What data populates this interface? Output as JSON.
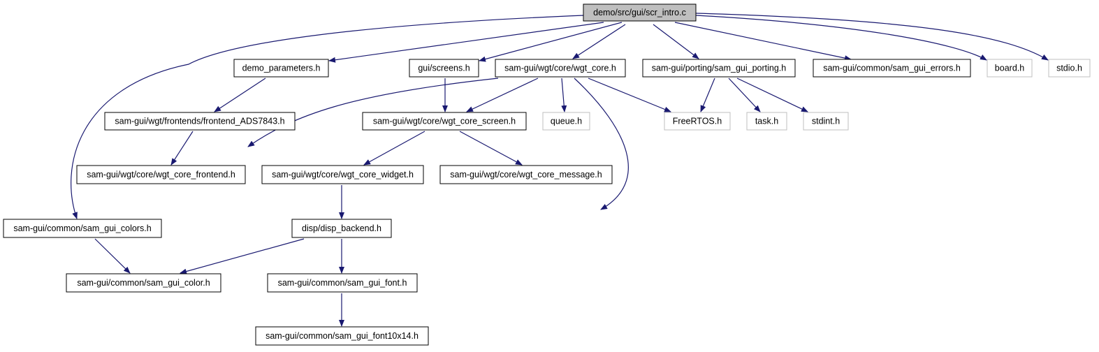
{
  "graph": {
    "nodes": [
      {
        "id": "scr_intro",
        "label": "demo/src/gui/scr_intro.c",
        "kind": "root"
      },
      {
        "id": "demo_parameters",
        "label": "demo_parameters.h",
        "kind": "documented"
      },
      {
        "id": "screens",
        "label": "gui/screens.h",
        "kind": "documented"
      },
      {
        "id": "wgt_core",
        "label": "sam-gui/wgt/core/wgt_core.h",
        "kind": "documented"
      },
      {
        "id": "sam_gui_porting",
        "label": "sam-gui/porting/sam_gui_porting.h",
        "kind": "documented"
      },
      {
        "id": "sam_gui_errors",
        "label": "sam-gui/common/sam_gui_errors.h",
        "kind": "documented"
      },
      {
        "id": "board",
        "label": "board.h",
        "kind": "external"
      },
      {
        "id": "stdio",
        "label": "stdio.h",
        "kind": "external"
      },
      {
        "id": "frontend_ads7843",
        "label": "sam-gui/wgt/frontends/frontend_ADS7843.h",
        "kind": "documented"
      },
      {
        "id": "wgt_core_screen",
        "label": "sam-gui/wgt/core/wgt_core_screen.h",
        "kind": "documented"
      },
      {
        "id": "queue",
        "label": "queue.h",
        "kind": "external"
      },
      {
        "id": "freertos",
        "label": "FreeRTOS.h",
        "kind": "external"
      },
      {
        "id": "task",
        "label": "task.h",
        "kind": "external"
      },
      {
        "id": "stdint",
        "label": "stdint.h",
        "kind": "external"
      },
      {
        "id": "wgt_core_frontend",
        "label": "sam-gui/wgt/core/wgt_core_frontend.h",
        "kind": "documented"
      },
      {
        "id": "wgt_core_widget",
        "label": "sam-gui/wgt/core/wgt_core_widget.h",
        "kind": "documented"
      },
      {
        "id": "wgt_core_message",
        "label": "sam-gui/wgt/core/wgt_core_message.h",
        "kind": "documented"
      },
      {
        "id": "sam_gui_colors",
        "label": "sam-gui/common/sam_gui_colors.h",
        "kind": "documented"
      },
      {
        "id": "disp_backend",
        "label": "disp/disp_backend.h",
        "kind": "documented"
      },
      {
        "id": "sam_gui_color",
        "label": "sam-gui/common/sam_gui_color.h",
        "kind": "documented"
      },
      {
        "id": "sam_gui_font",
        "label": "sam-gui/common/sam_gui_font.h",
        "kind": "documented"
      },
      {
        "id": "sam_gui_font10x14",
        "label": "sam-gui/common/sam_gui_font10x14.h",
        "kind": "documented"
      }
    ],
    "edges": [
      {
        "from": "scr_intro",
        "to": "demo_parameters"
      },
      {
        "from": "scr_intro",
        "to": "screens"
      },
      {
        "from": "scr_intro",
        "to": "wgt_core"
      },
      {
        "from": "scr_intro",
        "to": "sam_gui_porting"
      },
      {
        "from": "scr_intro",
        "to": "sam_gui_errors"
      },
      {
        "from": "scr_intro",
        "to": "board"
      },
      {
        "from": "scr_intro",
        "to": "stdio"
      },
      {
        "from": "scr_intro",
        "to": "sam_gui_colors"
      },
      {
        "from": "demo_parameters",
        "to": "frontend_ads7843"
      },
      {
        "from": "frontend_ads7843",
        "to": "wgt_core_frontend"
      },
      {
        "from": "screens",
        "to": "wgt_core_screen"
      },
      {
        "from": "wgt_core",
        "to": "wgt_core_screen"
      },
      {
        "from": "wgt_core",
        "to": "queue"
      },
      {
        "from": "wgt_core",
        "to": "freertos"
      },
      {
        "from": "wgt_core",
        "to": "wgt_core_frontend"
      },
      {
        "from": "wgt_core",
        "to": "disp_backend"
      },
      {
        "from": "sam_gui_porting",
        "to": "freertos"
      },
      {
        "from": "sam_gui_porting",
        "to": "task"
      },
      {
        "from": "sam_gui_porting",
        "to": "stdint"
      },
      {
        "from": "wgt_core_screen",
        "to": "wgt_core_widget"
      },
      {
        "from": "wgt_core_screen",
        "to": "wgt_core_message"
      },
      {
        "from": "wgt_core_widget",
        "to": "disp_backend"
      },
      {
        "from": "sam_gui_colors",
        "to": "sam_gui_color"
      },
      {
        "from": "disp_backend",
        "to": "sam_gui_color"
      },
      {
        "from": "disp_backend",
        "to": "sam_gui_font"
      },
      {
        "from": "sam_gui_font",
        "to": "sam_gui_font10x14"
      }
    ]
  },
  "colors": {
    "edge": "#191970",
    "root_fill": "#bfbfbf",
    "node_fill": "#ffffff",
    "node_border": "#000000",
    "external_border": "#bfbfbf"
  }
}
